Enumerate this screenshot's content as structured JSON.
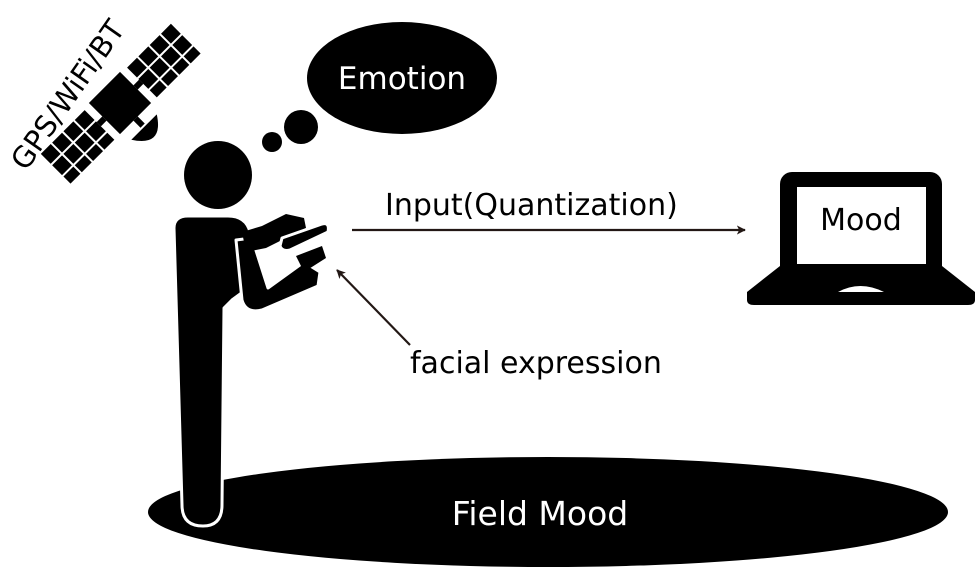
{
  "diagram": {
    "satellite_label": "GPS/WiFi/BT",
    "thought_bubble_label": "Emotion",
    "input_arrow_label": "Input(Quantization)",
    "laptop_screen_label": "Mood",
    "facial_arrow_label": "facial expression",
    "field_label": "Field Mood"
  },
  "colors": {
    "ink": "#000000",
    "arrow": "#231815",
    "background": "#ffffff",
    "on_dark_text": "#ffffff"
  },
  "icons": [
    "satellite-icon",
    "person-icon",
    "smartphone-icon",
    "laptop-icon"
  ]
}
